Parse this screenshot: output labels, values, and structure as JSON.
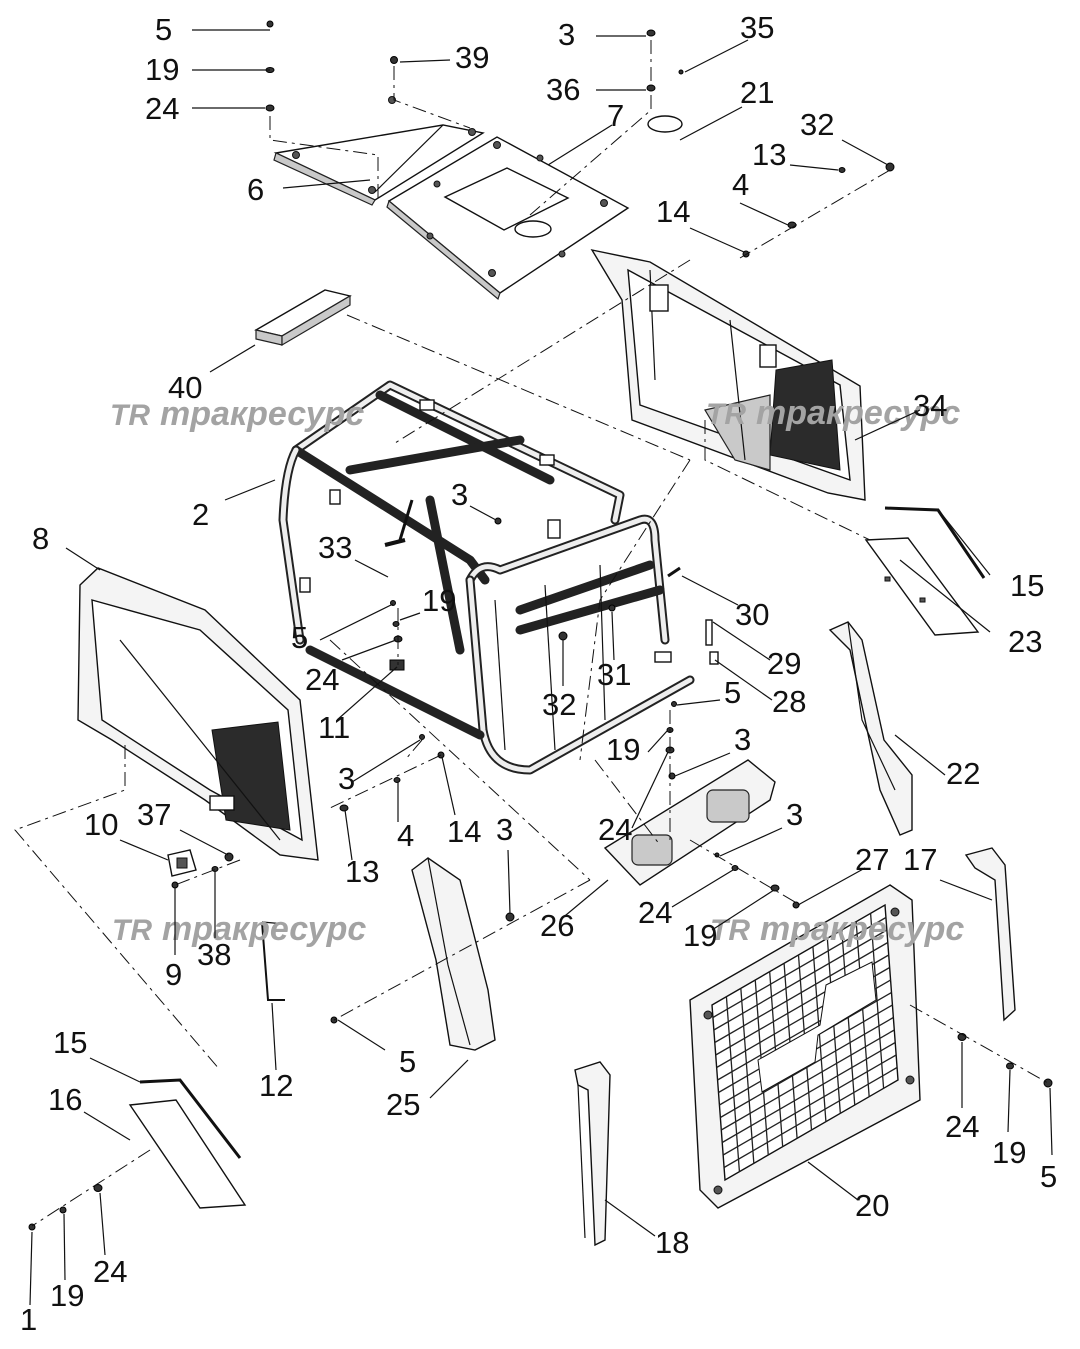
{
  "watermark": {
    "logo": "TR",
    "text": "тракресурс"
  },
  "callouts": [
    {
      "id": "c5a",
      "label": "5"
    },
    {
      "id": "c19a",
      "label": "19"
    },
    {
      "id": "c24a",
      "label": "24"
    },
    {
      "id": "c39",
      "label": "39"
    },
    {
      "id": "c3a",
      "label": "3"
    },
    {
      "id": "c35",
      "label": "35"
    },
    {
      "id": "c36",
      "label": "36"
    },
    {
      "id": "c7",
      "label": "7"
    },
    {
      "id": "c21",
      "label": "21"
    },
    {
      "id": "c32a",
      "label": "32"
    },
    {
      "id": "c13a",
      "label": "13"
    },
    {
      "id": "c6",
      "label": "6"
    },
    {
      "id": "c4a",
      "label": "4"
    },
    {
      "id": "c14a",
      "label": "14"
    },
    {
      "id": "c40",
      "label": "40"
    },
    {
      "id": "c34",
      "label": "34"
    },
    {
      "id": "c2",
      "label": "2"
    },
    {
      "id": "c3b",
      "label": "3"
    },
    {
      "id": "c8",
      "label": "8"
    },
    {
      "id": "c33",
      "label": "33"
    },
    {
      "id": "c19b",
      "label": "19"
    },
    {
      "id": "c15a",
      "label": "15"
    },
    {
      "id": "c5b",
      "label": "5"
    },
    {
      "id": "c30",
      "label": "30"
    },
    {
      "id": "c23",
      "label": "23"
    },
    {
      "id": "c24b",
      "label": "24"
    },
    {
      "id": "c29",
      "label": "29"
    },
    {
      "id": "c11",
      "label": "11"
    },
    {
      "id": "c31",
      "label": "31"
    },
    {
      "id": "c32b",
      "label": "32"
    },
    {
      "id": "c28",
      "label": "28"
    },
    {
      "id": "c5c",
      "label": "5"
    },
    {
      "id": "c19c",
      "label": "19"
    },
    {
      "id": "c3c",
      "label": "3"
    },
    {
      "id": "c22",
      "label": "22"
    },
    {
      "id": "c3d",
      "label": "3"
    },
    {
      "id": "c4b",
      "label": "4"
    },
    {
      "id": "c14b",
      "label": "14"
    },
    {
      "id": "c24c",
      "label": "24"
    },
    {
      "id": "c10",
      "label": "10"
    },
    {
      "id": "c37",
      "label": "37"
    },
    {
      "id": "c13b",
      "label": "13"
    },
    {
      "id": "c3e",
      "label": "3"
    },
    {
      "id": "c3f",
      "label": "3"
    },
    {
      "id": "c27",
      "label": "27"
    },
    {
      "id": "c17",
      "label": "17"
    },
    {
      "id": "c26",
      "label": "26"
    },
    {
      "id": "c24d",
      "label": "24"
    },
    {
      "id": "c19d",
      "label": "19"
    },
    {
      "id": "c9",
      "label": "9"
    },
    {
      "id": "c38",
      "label": "38"
    },
    {
      "id": "c5d",
      "label": "5"
    },
    {
      "id": "c12",
      "label": "12"
    },
    {
      "id": "c25",
      "label": "25"
    },
    {
      "id": "c15b",
      "label": "15"
    },
    {
      "id": "c16",
      "label": "16"
    },
    {
      "id": "c24e",
      "label": "24"
    },
    {
      "id": "c19e",
      "label": "19"
    },
    {
      "id": "c5e",
      "label": "5"
    },
    {
      "id": "c20",
      "label": "20"
    },
    {
      "id": "c18",
      "label": "18"
    },
    {
      "id": "c24f",
      "label": "24"
    },
    {
      "id": "c19f",
      "label": "19"
    },
    {
      "id": "c1",
      "label": "1"
    }
  ]
}
